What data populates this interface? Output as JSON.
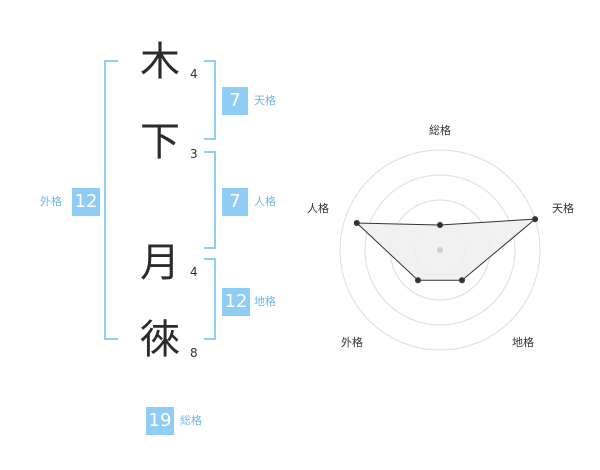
{
  "name": {
    "characters": [
      {
        "char": "木",
        "strokes": "4"
      },
      {
        "char": "下",
        "strokes": "3"
      },
      {
        "char": "月",
        "strokes": "4"
      },
      {
        "char": "徠",
        "strokes": "8"
      }
    ]
  },
  "fortune": {
    "tenkaku": {
      "value": "7",
      "label": "天格"
    },
    "jinkaku": {
      "value": "7",
      "label": "人格"
    },
    "chikaku": {
      "value": "12",
      "label": "地格"
    },
    "gaikaku": {
      "value": "12",
      "label": "外格"
    },
    "soukaku": {
      "value": "19",
      "label": "総格"
    }
  },
  "colors": {
    "accent": "#8fcdf4",
    "accent_text": "#6fb7e2",
    "grid": "#dddddd",
    "point": "#333333"
  },
  "chart_data": {
    "type": "radar",
    "axes": [
      "総格",
      "天格",
      "地格",
      "外格",
      "人格"
    ],
    "rings": 4,
    "range": [
      0,
      4
    ],
    "values": [
      1,
      4,
      1.5,
      1.5,
      3.5
    ]
  }
}
